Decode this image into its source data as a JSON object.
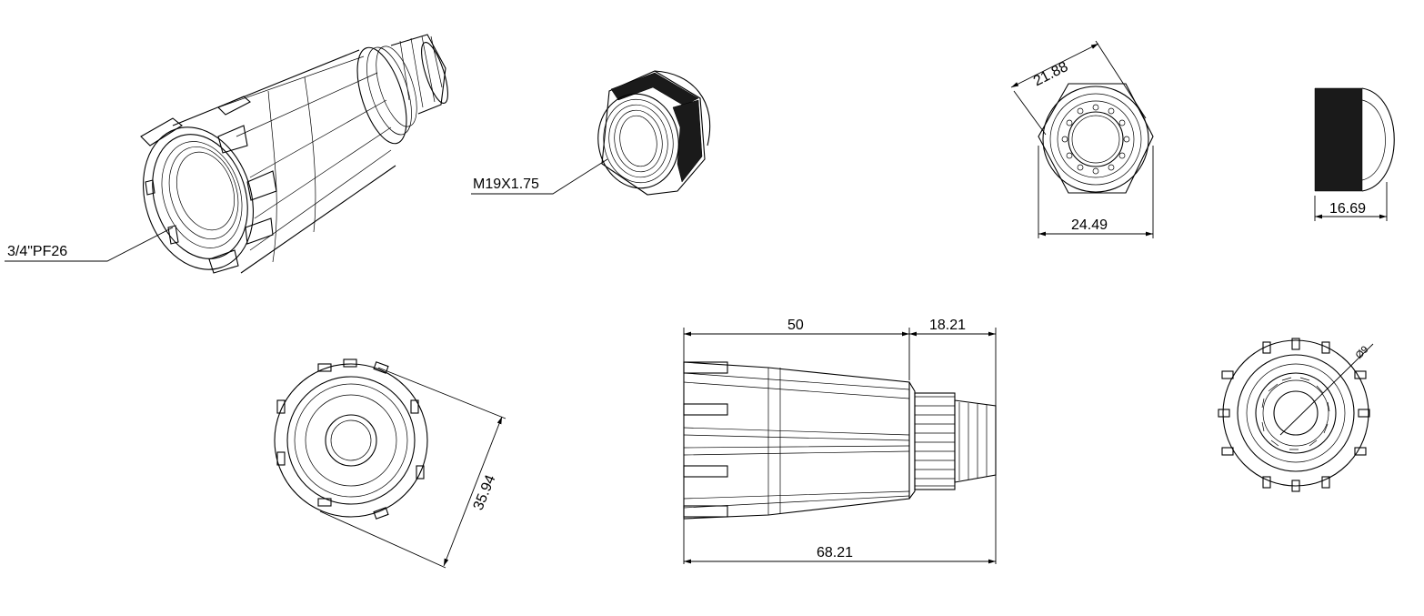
{
  "callouts": {
    "thread_3_4": "3/4\"PF26",
    "thread_m19": "M19X1.75"
  },
  "dimensions": {
    "cap_across_flats": "21.88",
    "cap_width": "24.49",
    "cap_height": "16.69",
    "body_face_diameter": "35.94",
    "body_length": "50",
    "thread_length": "18.21",
    "overall_length": "68.21",
    "bore_diameter": "Ø9"
  }
}
